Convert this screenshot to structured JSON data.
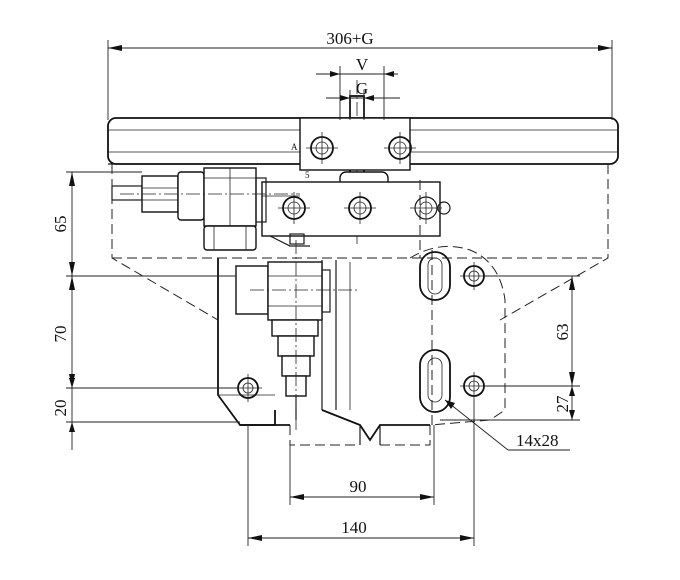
{
  "labels": {
    "overall_width": "306+G",
    "v": "V",
    "g": "G",
    "h65": "65",
    "h70": "70",
    "h20": "20",
    "h63": "63",
    "h27": "27",
    "w90": "90",
    "w140": "140",
    "slot": "14x28",
    "mark_a": "A",
    "mark_5": "5"
  }
}
